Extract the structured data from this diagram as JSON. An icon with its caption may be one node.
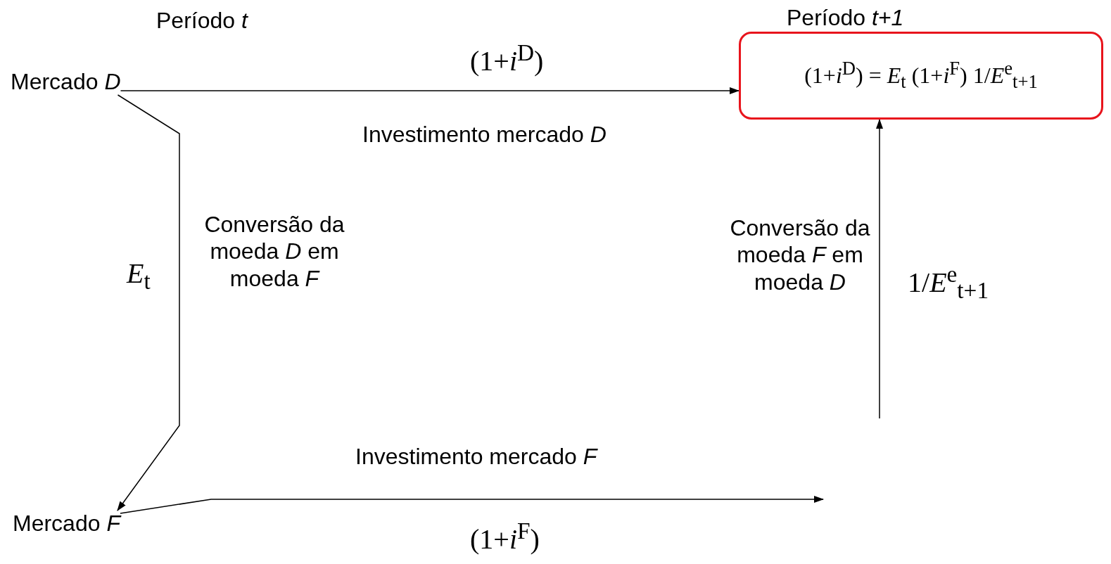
{
  "diagram": {
    "nodes": [
      {
        "text": [
          "Mercado *D*"
        ]
      },
      {
        "text": [
          "Mercado *F*"
        ]
      },
      {
        "text": [
          "(1+*i*$^{D}$) = *E*$_{t}$ (1+*i*$^{F}$) 1/*E*$^{e}$$_{t+1}$"
        ]
      }
    ],
    "edges": [
      {
        "from": 0,
        "to": 2,
        "arrow": "to",
        "label": "Investimento mercado *D*"
      },
      {
        "from": 0,
        "to": 1,
        "arrow": "to",
        "label": "Conversão da moeda *D* em moeda *F*"
      },
      {
        "from": 1,
        "to": null,
        "arrow": "to",
        "label": "Investimento mercado *F*"
      },
      {
        "from": null,
        "to": 2,
        "arrow": "to",
        "label": "Conversão da moeda *F* em moeda *D*"
      }
    ],
    "labels": [
      "Período *t*",
      "Período *t+1*",
      "(1+*i*$^{D}$)",
      "*E*$_{t}$",
      "1/*E*$^{e}$$_{t+1}$",
      "(1+*i*$^{F}$)"
    ]
  }
}
